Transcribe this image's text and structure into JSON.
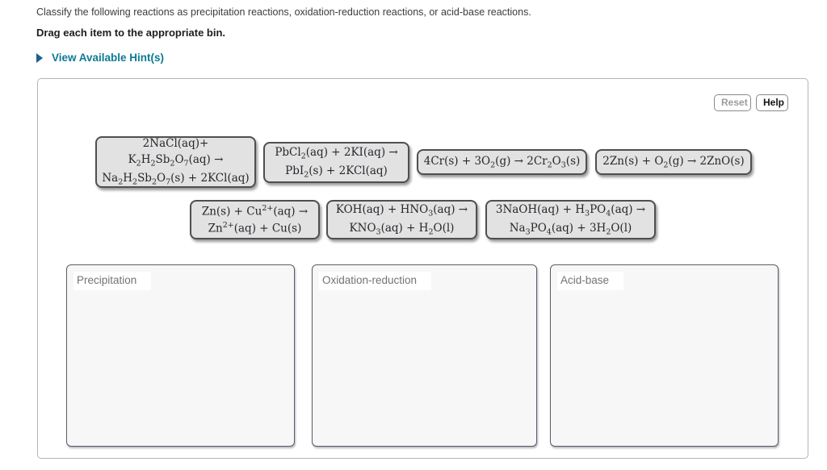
{
  "instructions": {
    "line1": "Classify the following reactions as precipitation reactions, oxidation-reduction reactions, or acid-base reactions.",
    "line2": "Drag each item to the appropriate bin."
  },
  "hint": {
    "label": "View Available Hint(s)"
  },
  "toolbar": {
    "reset_label": "Reset",
    "help_label": "Help"
  },
  "tiles": [
    {
      "id": "nacl-k2h2sb2o7",
      "lines": [
        "2NaCl(aq)+",
        "K<sub>2</sub>H<sub>2</sub>Sb<sub>2</sub>O<sub>7</sub>(aq) &#8594;",
        "Na<sub>2</sub>H<sub>2</sub>Sb<sub>2</sub>O<sub>7</sub>(s) + 2KCl(aq)"
      ]
    },
    {
      "id": "pbcl2-ki",
      "lines": [
        "PbCl<sub>2</sub>(aq) + 2KI(aq) &#8594;",
        "PbI<sub>2</sub>(s) + 2KCl(aq)"
      ]
    },
    {
      "id": "cr-o2",
      "lines": [
        "4Cr(s) + 3O<sub>2</sub>(g) &#8594; 2Cr<sub>2</sub>O<sub>3</sub>(s)"
      ]
    },
    {
      "id": "zn-o2",
      "lines": [
        "2Zn(s) + O<sub>2</sub>(g) &#8594; 2ZnO(s)"
      ]
    },
    {
      "id": "zn-cu",
      "lines": [
        "Zn(s) + Cu<sup>2+</sup>(aq) &#8594;",
        "Zn<sup>2+</sup>(aq) + Cu(s)"
      ]
    },
    {
      "id": "koh-hno3",
      "lines": [
        "KOH(aq) + HNO<sub>3</sub>(aq) &#8594;",
        "KNO<sub>3</sub>(aq) + H<sub>2</sub>O(l)"
      ]
    },
    {
      "id": "naoh-h3po4",
      "lines": [
        "3NaOH(aq) + H<sub>3</sub>PO<sub>4</sub>(aq) &#8594;",
        "Na<sub>3</sub>PO<sub>4</sub>(aq) + 3H<sub>2</sub>O(l)"
      ]
    }
  ],
  "bins": [
    {
      "label": "Precipitation"
    },
    {
      "label": "Oxidation-reduction"
    },
    {
      "label": "Acid-base"
    }
  ],
  "colors": {
    "hint_link": "#0d7a93",
    "hint_arrow": "#1c5f8f",
    "tile_bg": "#e2e2e2",
    "tile_border": "#4f4f4f",
    "bin_bg": "#f7f7f7",
    "bin_border": "#5c5c6a"
  }
}
